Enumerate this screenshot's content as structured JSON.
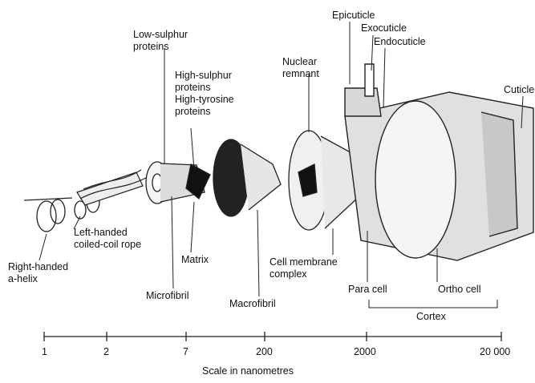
{
  "labels": {
    "low_sulphur": "Low-sulphur\nproteins",
    "high_sulphur": "High-sulphur\nproteins",
    "high_tyrosine": "High-tyrosine\nproteins",
    "nuclear_remnant": "Nuclear\nremnant",
    "epicuticle": "Epicuticle",
    "exocuticle": "Exocuticle",
    "endocuticle": "Endocuticle",
    "cuticle": "Cuticle",
    "right_helix": "Right-handed\na-helix",
    "left_coil": "Left-handed\ncoiled-coil rope",
    "microfibril": "Microfibril",
    "matrix": "Matrix",
    "macrofibril": "Macrofibril",
    "cell_membrane": "Cell membrane\ncomplex",
    "para_cell": "Para cell",
    "ortho_cell": "Ortho cell",
    "cortex": "Cortex"
  },
  "scale": {
    "title": "Scale in nanometres",
    "ticks": [
      "1",
      "2",
      "7",
      "200",
      "2000",
      "20 000"
    ]
  }
}
